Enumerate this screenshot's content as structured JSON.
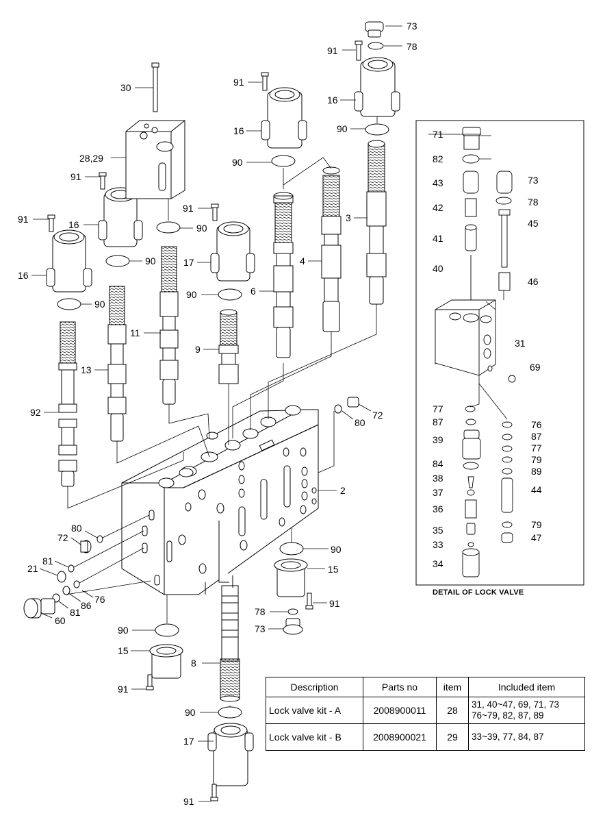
{
  "diagram": {
    "labels": {
      "p73a": "73",
      "p78a": "78",
      "p91a": "91",
      "p16a": "16",
      "p90a": "90",
      "p3": "3",
      "p30": "30",
      "p2829": "28,29",
      "p91b": "91",
      "p16b": "16",
      "p90b": "90",
      "p91c": "91",
      "p16c": "16",
      "p90c": "90",
      "p91d": "91",
      "p16d": "16",
      "p90d": "90",
      "p91e": "91",
      "p17a": "17",
      "p90e": "90",
      "p90f": "90",
      "p11": "11",
      "p6": "6",
      "p4": "4",
      "p9": "9",
      "p13": "13",
      "p92": "92",
      "p72a": "72",
      "p80a": "80",
      "p2": "2",
      "p80b": "80",
      "p72b": "72",
      "p81a": "81",
      "p21": "21",
      "p86": "86",
      "p76a": "76",
      "p81b": "81",
      "p60": "60",
      "p90g": "90",
      "p15a": "15",
      "p91f": "91",
      "p78b": "78",
      "p73b": "73",
      "p90h": "90",
      "p15b": "15",
      "p8": "8",
      "p91g": "91",
      "p90i": "90",
      "p17b": "17",
      "p91h": "91"
    },
    "detail": {
      "caption": "DETAIL OF LOCK VALVE",
      "labels": {
        "d71": "71",
        "d82": "82",
        "d43": "43",
        "d73": "73",
        "d42": "42",
        "d78": "78",
        "d45": "45",
        "d41": "41",
        "d40": "40",
        "d46": "46",
        "d31": "31",
        "d69": "69",
        "d77a": "77",
        "d76": "76",
        "d87a": "87",
        "d87b": "87",
        "d39": "39",
        "d77b": "77",
        "d79a": "79",
        "d84": "84",
        "d89": "89",
        "d38": "38",
        "d37": "37",
        "d44": "44",
        "d36": "36",
        "d35": "35",
        "d79b": "79",
        "d47": "47",
        "d33": "33",
        "d34": "34"
      }
    }
  },
  "table": {
    "headers": {
      "description": "Description",
      "parts_no": "Parts no",
      "item": "item",
      "included": "Included item"
    },
    "rows": [
      {
        "description": "Lock valve kit - A",
        "parts_no": "2008900011",
        "item": "28",
        "included_1": "31, 40~47, 69, 71, 73",
        "included_2": "76~79, 82, 87, 89"
      },
      {
        "description": "Lock valve kit - B",
        "parts_no": "2008900021",
        "item": "29",
        "included_1": "33~39, 77, 84, 87",
        "included_2": ""
      }
    ]
  }
}
